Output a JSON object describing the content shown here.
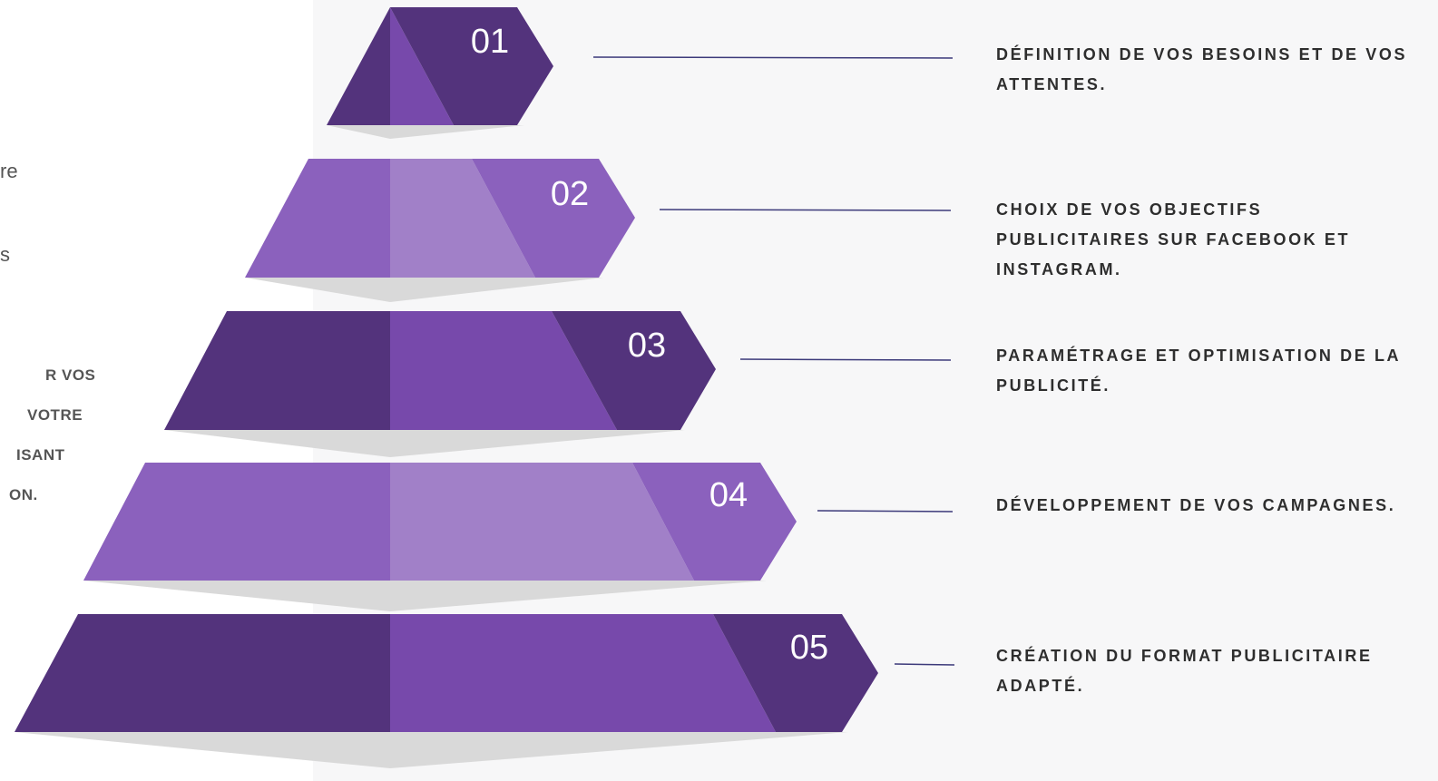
{
  "left_fragments": {
    "line1": "re",
    "line2": "s",
    "bold1": "R VOS",
    "bold2": "VOTRE",
    "bold3": "ISANT",
    "bold4": "ON."
  },
  "steps": [
    {
      "number": "01",
      "label": "DÉFINITION DE VOS BESOINS ET DE VOS ATTENTES."
    },
    {
      "number": "02",
      "label": "CHOIX DE VOS OBJECTIFS PUBLICITAIRES SUR FACEBOOK ET INSTAGRAM."
    },
    {
      "number": "03",
      "label": "PARAMÉTRAGE ET OPTIMISATION DE LA PUBLICITÉ."
    },
    {
      "number": "04",
      "label": "DÉVELOPPEMENT DE VOS CAMPAGNES."
    },
    {
      "number": "05",
      "label": "CRÉATION DU FORMAT PUBLICITAIRE ADAPTÉ."
    }
  ],
  "colors": {
    "dark_purple": "#53337c",
    "mid_purple": "#7749ab",
    "light_purple": "#8b61bd",
    "lighter_purple": "#a180c8",
    "shadow": "#d9d9d9",
    "connector": "#3c3a7a",
    "label_text": "#2e2e2e"
  }
}
